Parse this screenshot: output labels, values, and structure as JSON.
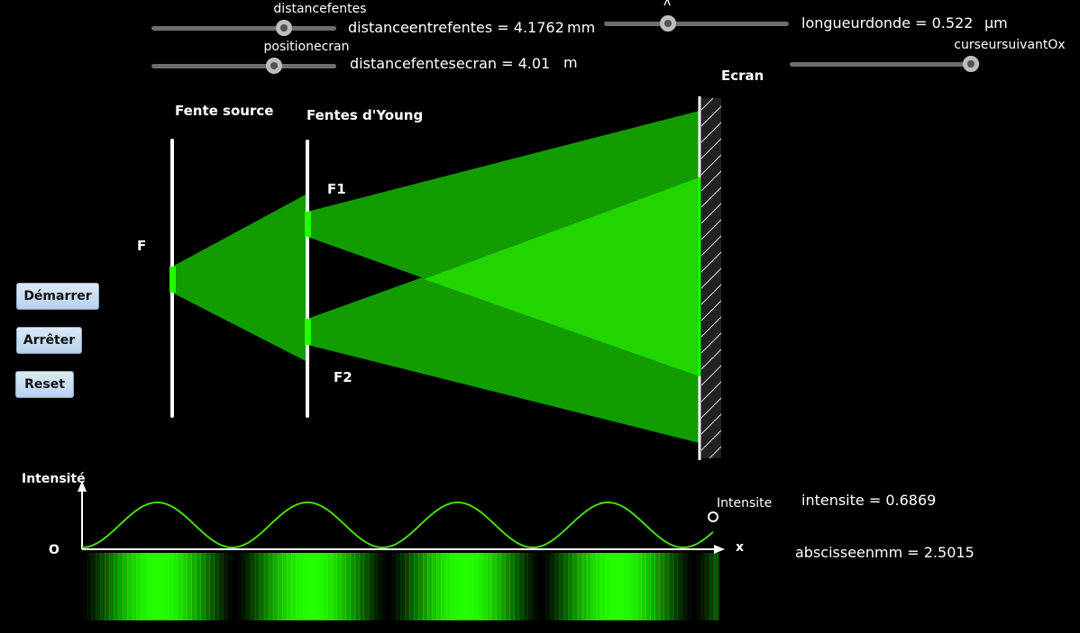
{
  "sliders": {
    "distancefentes": {
      "label": "distancefentes",
      "value_text": "distanceentrefentes = 4.1762",
      "unit": "mm",
      "level": 0.73
    },
    "positionecran": {
      "label": "positionecran",
      "value_text": "distancefentesecran = 4.01",
      "unit": "m",
      "level": 0.67
    },
    "lambda": {
      "label": "λ",
      "value_text": "longueurdonde = 0.522",
      "unit": "μm",
      "level": 0.35
    },
    "curseur": {
      "label": "curseursuivantOx",
      "level": 1.0
    }
  },
  "buttons": {
    "demarrer": "Démarrer",
    "arreter": "Arrêter",
    "reset": "Reset"
  },
  "labels": {
    "fente_source": "Fente source",
    "fentes_young": "Fentes d'Young",
    "ecran": "Ecran",
    "F": "F",
    "F1": "F1",
    "F2": "F2",
    "intensite_axis": "Intensité",
    "origin": "O",
    "x_axis": "x",
    "intensite_point": "Intensite"
  },
  "readouts": {
    "intensite": "intensite = 0.6869",
    "abscisse": "abscisseenmm = 2.5015"
  },
  "colors": {
    "beam": "#129c00",
    "beam_bright": "#22d400",
    "fringe": "#22ff00",
    "curve": "#44dd11"
  },
  "fringes": {
    "periods": 4.2
  }
}
